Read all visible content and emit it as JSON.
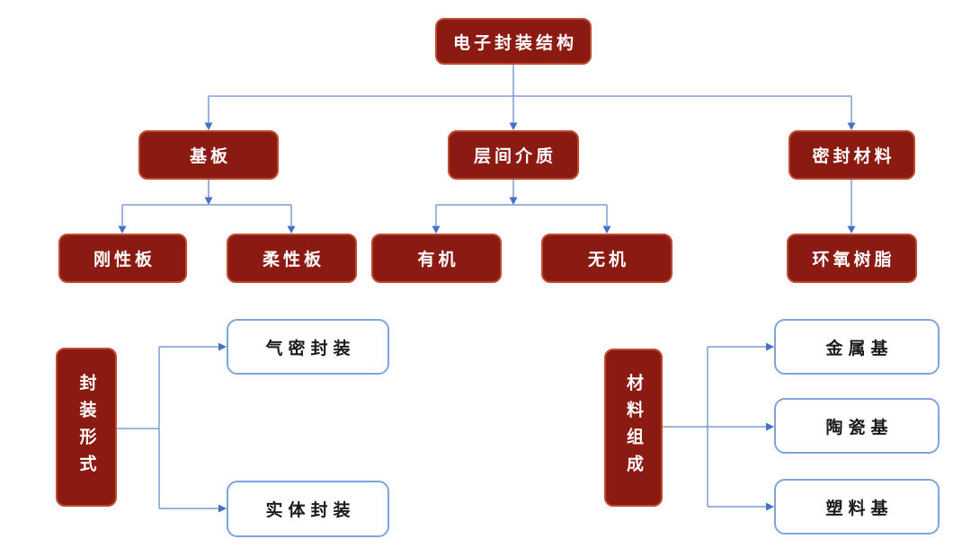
{
  "colors": {
    "node_fill": "#8B1A12",
    "node_border": "#BD4B32",
    "leaf_border": "#7FA4DC",
    "connector_line": "#7C9BD3",
    "arrowhead": "#4472C4",
    "node_text": "#FFFFFF",
    "leaf_text": "#1A1A1A"
  },
  "tree": {
    "root": {
      "label": "电子封装结构"
    },
    "branches": [
      {
        "label": "基板",
        "children": [
          {
            "label": "刚性板"
          },
          {
            "label": "柔性板"
          }
        ]
      },
      {
        "label": "层间介质",
        "children": [
          {
            "label": "有机"
          },
          {
            "label": "无机"
          }
        ]
      },
      {
        "label": "密封材料",
        "children": [
          {
            "label": "环氧树脂"
          }
        ]
      }
    ]
  },
  "groups": [
    {
      "parent": "封装形式",
      "children": [
        "气密封装",
        "实体封装"
      ]
    },
    {
      "parent": "材料组成",
      "children": [
        "金属基",
        "陶瓷基",
        "塑料基"
      ]
    }
  ]
}
